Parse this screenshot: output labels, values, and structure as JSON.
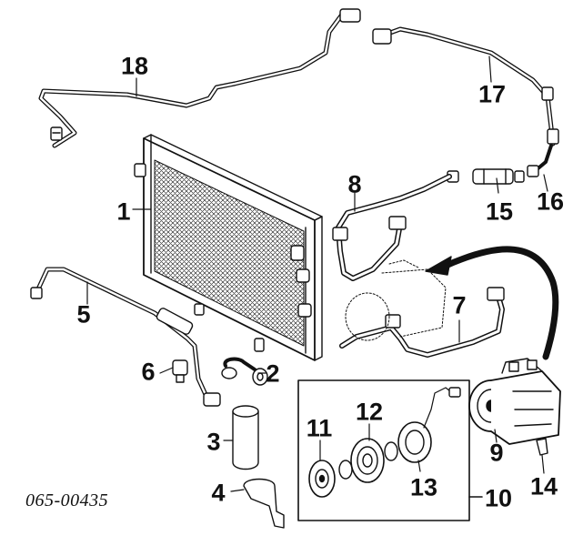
{
  "diagram_code": "065-00435",
  "callouts": [
    "1",
    "2",
    "3",
    "4",
    "5",
    "6",
    "7",
    "8",
    "9",
    "10",
    "11",
    "12",
    "13",
    "14",
    "15",
    "16",
    "17",
    "18"
  ],
  "colors": {
    "ink": "#111111",
    "paper": "#ffffff"
  }
}
